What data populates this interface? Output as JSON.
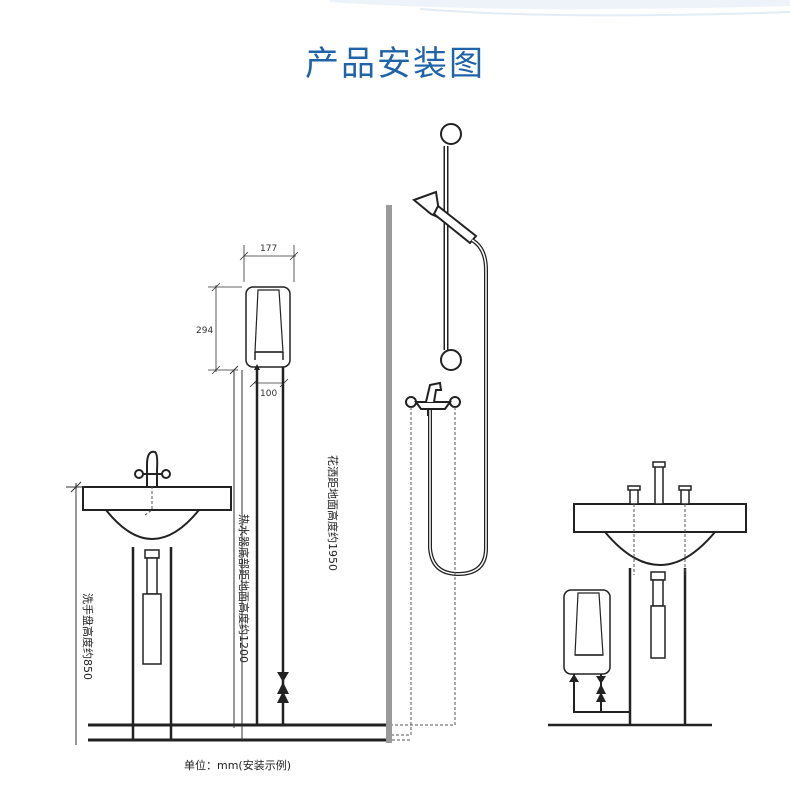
{
  "title": "产品安装图",
  "unit_note": "单位：mm(安装示例)",
  "dimensions": {
    "heater_width": "177",
    "heater_height": "294",
    "pipe_spacing": "100"
  },
  "labels": {
    "basin_height": "洗手盘高度约850",
    "heater_bottom_height": "热水器底部距地面高度约1200",
    "shower_height": "花洒距地面高度约1950"
  },
  "colors": {
    "title": "#1f63a8",
    "line": "#222222",
    "wall": "#999999",
    "dashed_pipe": "#555555"
  }
}
